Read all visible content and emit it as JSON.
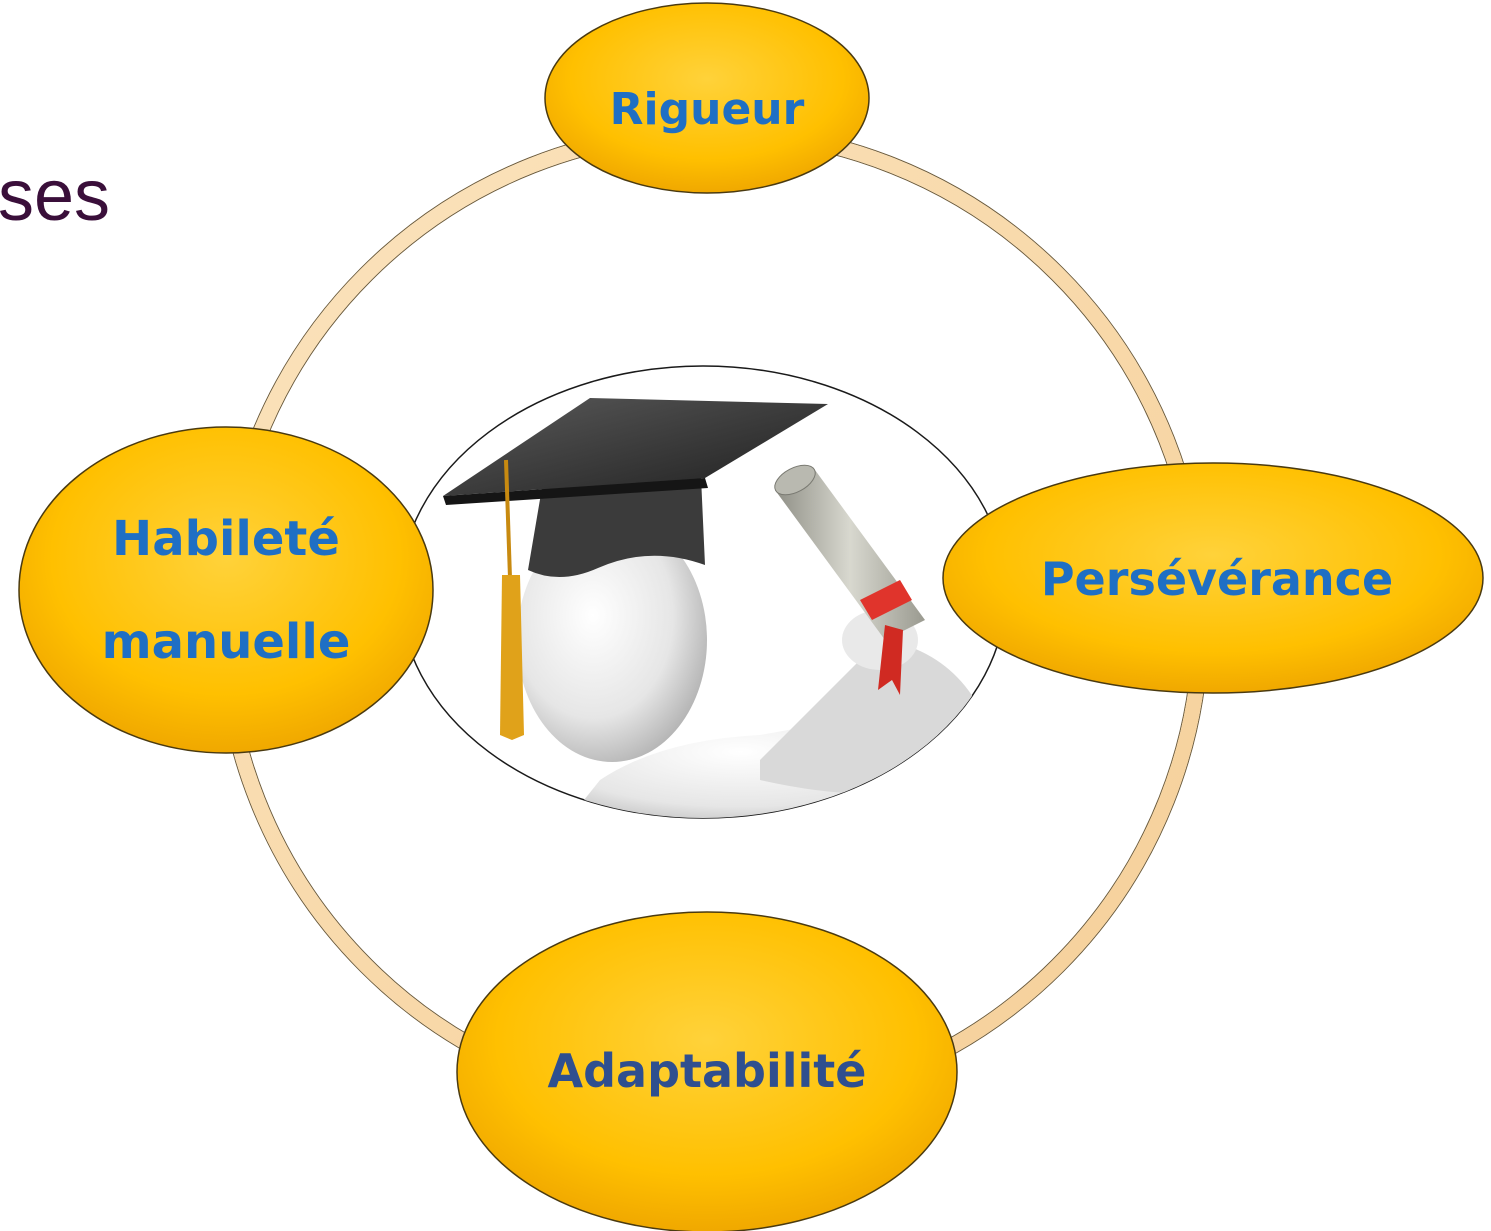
{
  "title_fragment": "ses",
  "colors": {
    "ring_outer": "#f7d7a8",
    "ring_inner": "#fde9cc",
    "bubble_fill": "#ffc000",
    "bubble_stroke": "#4a3a10",
    "text_blue": "#1f6fc4",
    "text_navy": "#2f4f8f",
    "title": "#3a0f3a"
  },
  "center_image": "graduate-with-diploma",
  "nodes": {
    "top": {
      "label": "Rigueur"
    },
    "right": {
      "label": "Persévérance"
    },
    "bottom": {
      "label": "Adaptabilité"
    },
    "left": {
      "line1": "Habileté",
      "line2": "manuelle"
    }
  }
}
